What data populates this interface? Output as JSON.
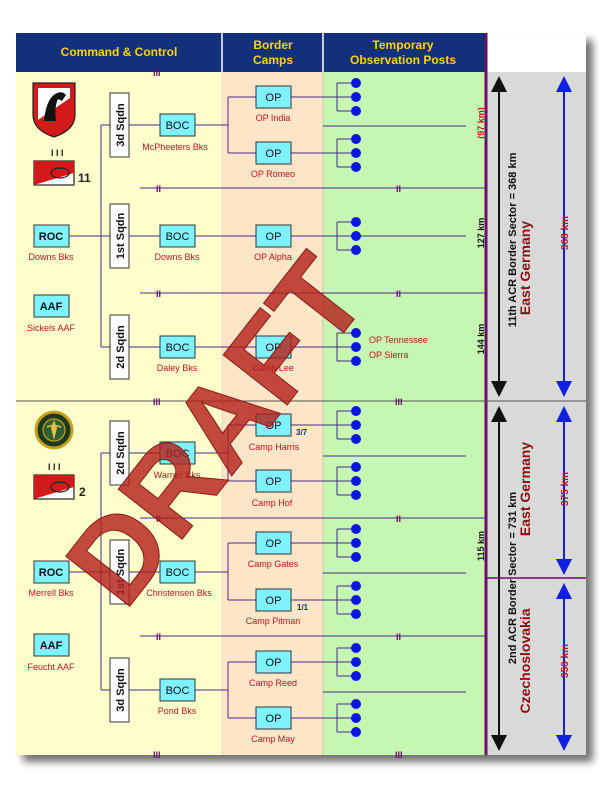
{
  "header": {
    "col1": "Command & Control",
    "col2_line1": "Border",
    "col2_line2": "Camps",
    "col3_line1": "Temporary",
    "col3_line2": "Observation Posts"
  },
  "watermark": "DRAFT",
  "regiment_11": {
    "patch_number": "11",
    "patch_bars": "I I I",
    "roc": {
      "box": "ROC",
      "caption": "Downs Bks"
    },
    "aaf": {
      "box": "AAF",
      "caption": "Sickels AAF"
    },
    "squadrons": [
      {
        "label": "3d Sqdn",
        "boc": "BOC",
        "caption": "McPheeters Bks",
        "ops": [
          {
            "box": "OP",
            "caption": "OP India"
          },
          {
            "box": "OP",
            "caption": "OP Romeo"
          }
        ]
      },
      {
        "label": "1st Sqdn",
        "boc": "BOC",
        "caption": "Downs Bks",
        "ops": [
          {
            "box": "OP",
            "caption": "OP Alpha"
          }
        ]
      },
      {
        "label": "2d Sqdn",
        "boc": "BOC",
        "caption": "Daley Bks",
        "ops": [
          {
            "box": "OP",
            "caption": "Camp Lee"
          }
        ]
      }
    ],
    "temp_posts": [
      "OP Tennessee",
      "OP Sierra"
    ],
    "distances": [
      "(97 km)",
      "127 km",
      "144 km"
    ],
    "sector_label": "11th ACR Border Sector = 368 km",
    "country": {
      "name": "East Germany",
      "length": "368 km"
    }
  },
  "regiment_2": {
    "patch_number": "2",
    "patch_bars": "I I I",
    "roc": {
      "box": "ROC",
      "caption": "Merrell Bks"
    },
    "aaf": {
      "box": "AAF",
      "caption": "Feucht AAF"
    },
    "squadrons": [
      {
        "label": "2d Sqdn",
        "boc": "BOC",
        "caption": "Warner Bks",
        "ops": [
          {
            "box": "OP",
            "caption": "Camp Harris",
            "tag": "3/7"
          },
          {
            "box": "OP",
            "caption": "Camp Hof"
          }
        ]
      },
      {
        "label": "1st Sqdn",
        "boc": "BOC",
        "caption": "Christensen Bks",
        "ops": [
          {
            "box": "OP",
            "caption": "Camp Gates"
          },
          {
            "box": "OP",
            "caption": "Camp Pitman",
            "tag": "1/1"
          }
        ]
      },
      {
        "label": "3d Sqdn",
        "boc": "BOC",
        "caption": "Pond Bks",
        "ops": [
          {
            "box": "OP",
            "caption": "Camp Reed"
          },
          {
            "box": "OP",
            "caption": "Camp May"
          }
        ]
      }
    ],
    "distances": [
      "115 km"
    ],
    "sector_label": "2nd ACR Border Sector = 731 km",
    "countries": [
      {
        "name": "East Germany",
        "length": "375 km"
      },
      {
        "name": "Czechoslovakia",
        "length": "356 km"
      }
    ]
  },
  "colors": {
    "header_bg": "#13307a",
    "header_text": "#ffd400",
    "col1_bg": "#ffffcc",
    "col2_bg": "#fde5c8",
    "col3_bg": "#c5f7b3",
    "box_fill": "#7ff2ff",
    "caption": "#c0141c",
    "line": "#4a2a8a",
    "dot": "#0b17e0",
    "side_bg": "#d9d9d9",
    "border_purple": "#6a0d6a",
    "country": "#8a1010",
    "watermark": "#b3221c"
  }
}
